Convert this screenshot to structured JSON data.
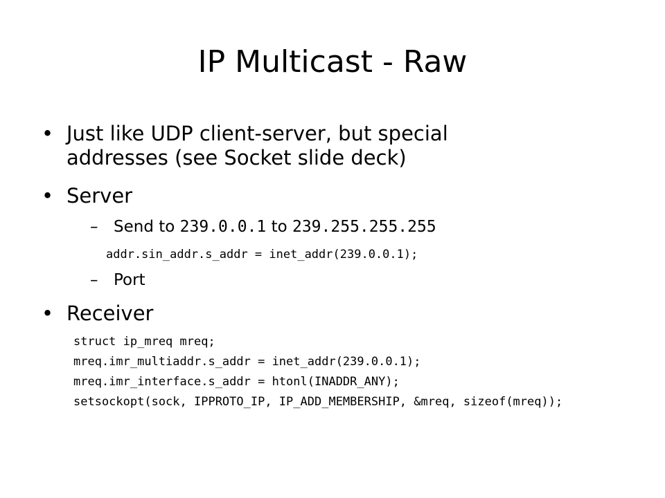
{
  "slide": {
    "title": "IP Multicast - Raw",
    "bullet_symbol": "•",
    "dash_symbol": "–",
    "bullet1": {
      "line1": "Just like UDP client-server, but special",
      "line2": "addresses (see Socket slide deck)"
    },
    "bullet2": {
      "label": "Server",
      "send": {
        "prefix": "Send to ",
        "addr_start": "239.0.0.1",
        "middle": " to ",
        "addr_end": "239.255.255.255"
      },
      "code": "addr.sin_addr.s_addr = inet_addr(239.0.0.1);",
      "port": "Port"
    },
    "bullet3": {
      "label": "Receiver",
      "code": [
        "struct ip_mreq mreq;",
        "mreq.imr_multiaddr.s_addr = inet_addr(239.0.0.1);",
        "mreq.imr_interface.s_addr = htonl(INADDR_ANY);",
        "setsockopt(sock, IPPROTO_IP, IP_ADD_MEMBERSHIP, &mreq, sizeof(mreq));"
      ]
    }
  }
}
